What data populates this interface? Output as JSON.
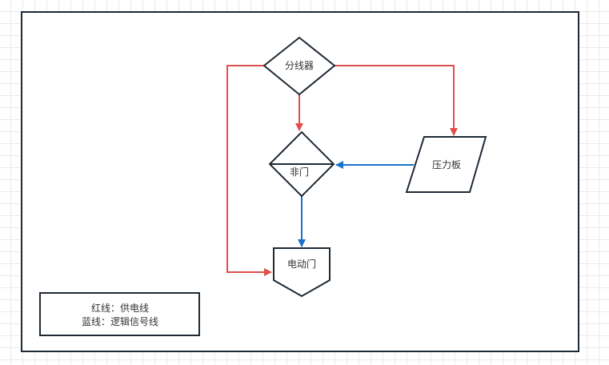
{
  "colors": {
    "power_line": "#e0504a",
    "signal_line": "#1a73c9",
    "shape_stroke": "#1f2a36",
    "text": "#333333"
  },
  "nodes": {
    "splitter": {
      "label": "分线器",
      "shape": "diamond"
    },
    "not_gate": {
      "label": "非门",
      "shape": "diamond-with-divider"
    },
    "pressure_plate": {
      "label": "压力板",
      "shape": "parallelogram"
    },
    "power_door": {
      "label": "电动门",
      "shape": "pentagon-down"
    }
  },
  "edges": [
    {
      "from": "splitter",
      "to": "not_gate",
      "type": "power"
    },
    {
      "from": "splitter",
      "to": "pressure_plate",
      "type": "power"
    },
    {
      "from": "splitter",
      "to": "power_door",
      "type": "power"
    },
    {
      "from": "pressure_plate",
      "to": "not_gate",
      "type": "signal"
    },
    {
      "from": "not_gate",
      "to": "power_door",
      "type": "signal"
    }
  ],
  "legend": {
    "line1": "红线：供电线",
    "line2": "蓝线：逻辑信号线"
  }
}
